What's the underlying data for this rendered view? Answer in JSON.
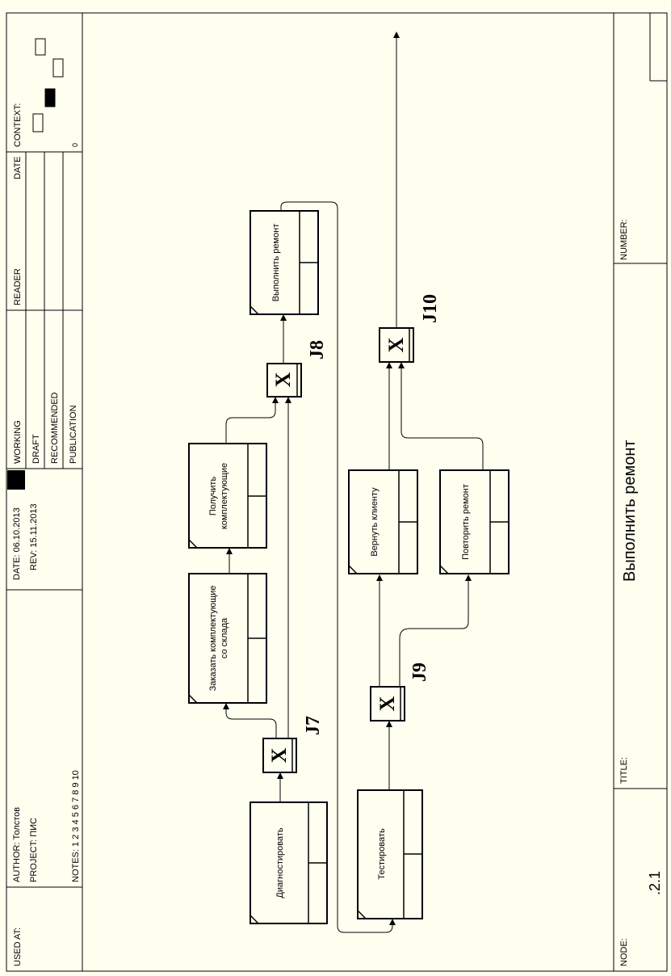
{
  "header": {
    "used_at": "USED AT:",
    "author": "AUTHOR:  Толстов",
    "project": "PROJECT:  ПИС",
    "notes": "NOTES:  1  2  3  4  5  6  7  8  9  10",
    "date": "DATE:  06.10.2013",
    "rev": "REV:    15.11.2013",
    "working": "WORKING",
    "draft": "DRAFT",
    "recommended": "RECOMMENDED",
    "publication": "PUBLICATION",
    "reader": "READER",
    "date_col": "DATE",
    "context": "CONTEXT:",
    "context_num": "0"
  },
  "footer": {
    "node_label": "NODE:",
    "node_value": ".2.1",
    "title_label": "TITLE:",
    "title_value": "Выполнить ремонт",
    "number_label": "NUMBER:"
  },
  "boxes": [
    {
      "id": "diagnose",
      "label": "Диагностировать"
    },
    {
      "id": "order",
      "label_1": "Заказать комплектующие",
      "label_2": "со склада"
    },
    {
      "id": "get",
      "label_1": "Получить",
      "label_2": "комплектующие"
    },
    {
      "id": "repair",
      "label": "Выполнить  ремонт"
    },
    {
      "id": "test",
      "label": "Тестировать"
    },
    {
      "id": "return",
      "label": "Вернуть клиенту"
    },
    {
      "id": "repeat",
      "label": "Повторить ремонт"
    }
  ],
  "junctions": [
    {
      "id": "J7",
      "symbol": "X",
      "label": "J7"
    },
    {
      "id": "J8",
      "symbol": "X",
      "label": "J8"
    },
    {
      "id": "J9",
      "symbol": "X",
      "label": "J9"
    },
    {
      "id": "J10",
      "symbol": "X",
      "label": "J10"
    }
  ]
}
